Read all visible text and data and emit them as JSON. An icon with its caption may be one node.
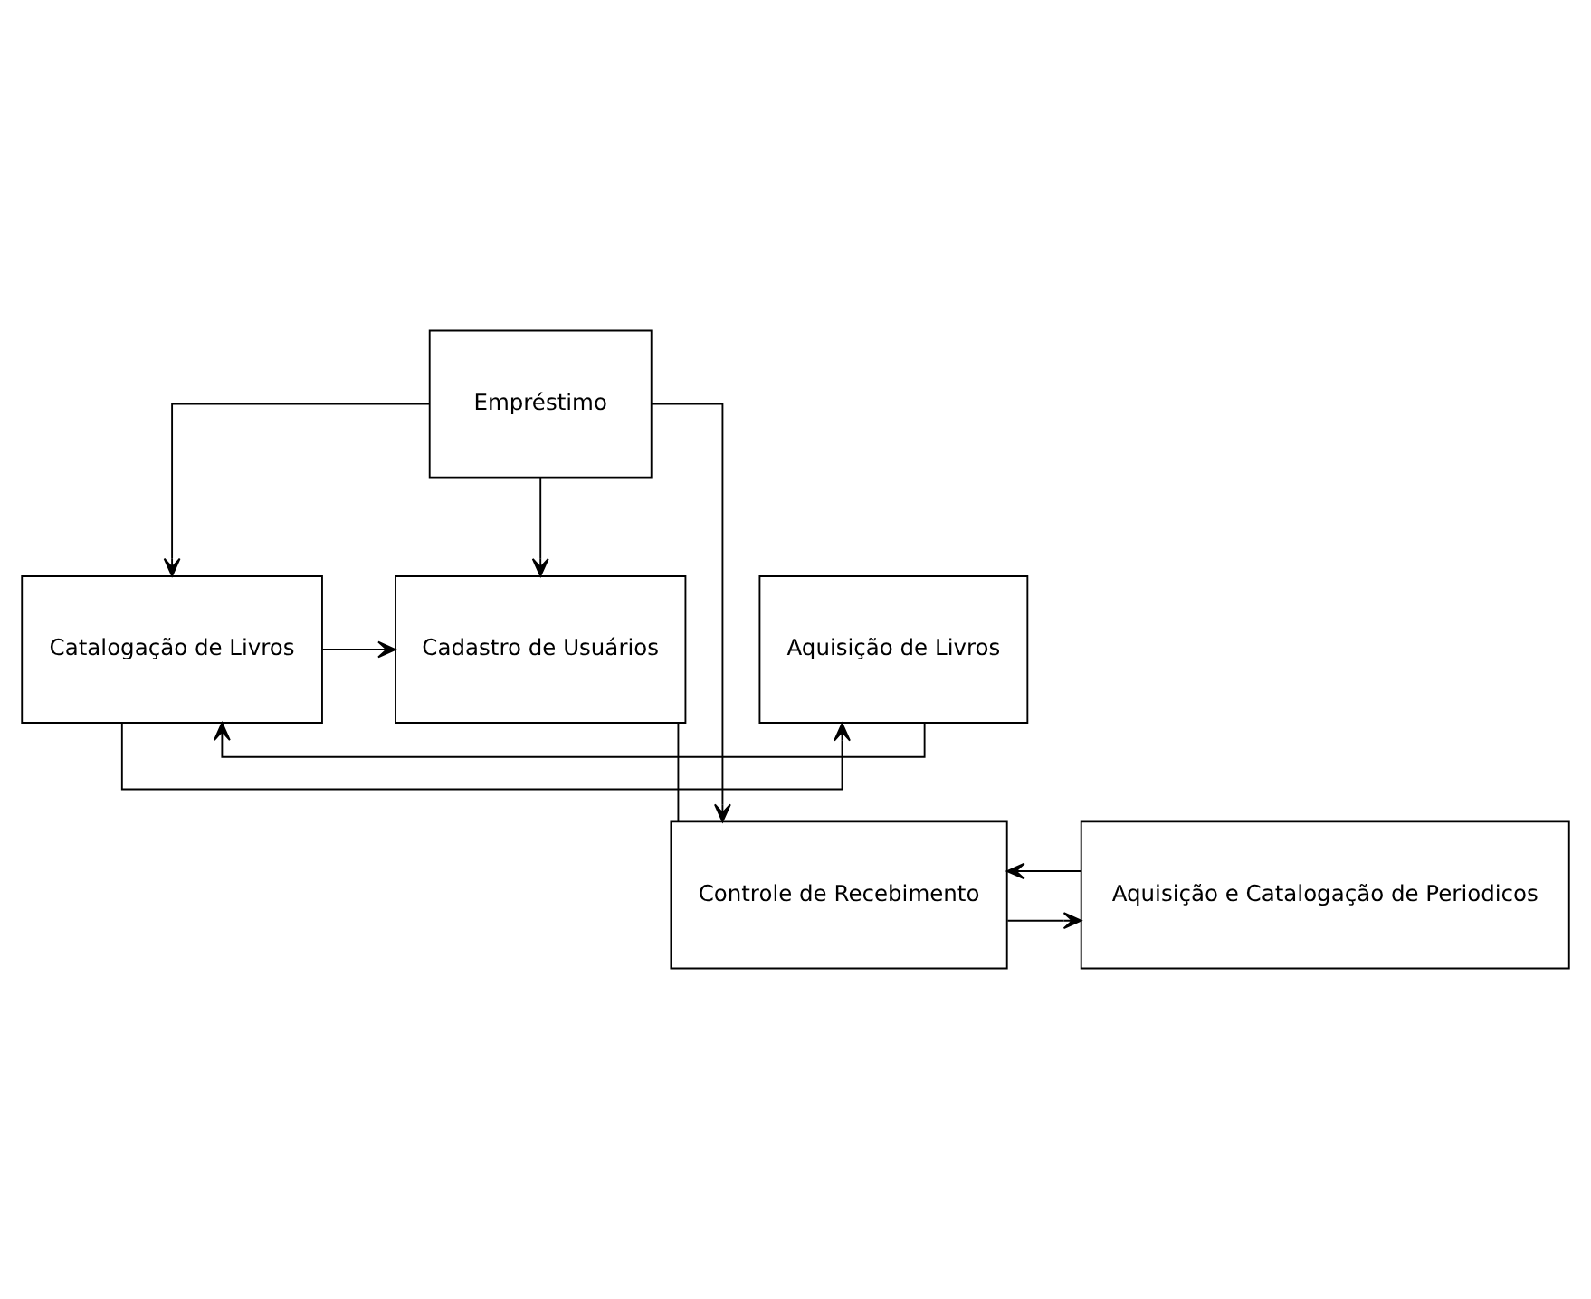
{
  "diagram": {
    "nodes": [
      {
        "text": [
          "Empréstimo"
        ]
      },
      {
        "text": [
          "Aquisição de Livros"
        ]
      },
      {
        "text": [
          "Catalogação de Livros"
        ]
      },
      {
        "text": [
          "Cadastro de Usuários"
        ]
      },
      {
        "text": [
          "Aquisição e Catalogação de Periodicos"
        ]
      },
      {
        "text": [
          "Controle de Recebimento"
        ]
      }
    ],
    "edges": [
      {
        "from": 0,
        "to": 2,
        "arrow": "to"
      },
      {
        "from": 0,
        "to": 3,
        "arrow": "to"
      },
      {
        "from": 0,
        "to": 5,
        "arrow": "to"
      },
      {
        "from": 1,
        "to": 2,
        "arrow": "to"
      },
      {
        "from": 2,
        "to": 1,
        "arrow": "to"
      },
      {
        "from": 2,
        "to": 3,
        "arrow": "to"
      },
      {
        "from": 3,
        "to": 5,
        "arrow": "none"
      },
      {
        "from": 4,
        "to": 5,
        "arrow": "to"
      },
      {
        "from": 5,
        "to": 4,
        "arrow": "to"
      }
    ]
  }
}
